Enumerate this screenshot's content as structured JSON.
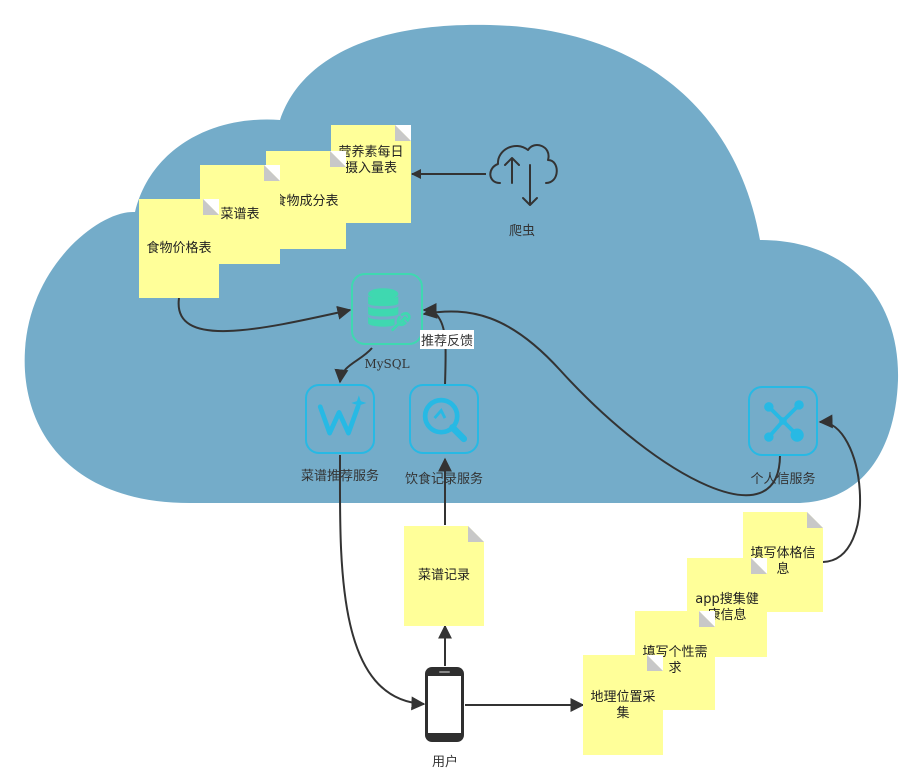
{
  "colors": {
    "cloud": "#74acc9",
    "note": "#ffff99",
    "service_icon": "#27b9e4",
    "db_icon": "#3fd8b0",
    "line": "#333333"
  },
  "notes": {
    "food_price": "食物价格表",
    "recipe_table": "菜谱表",
    "food_components": "食物成分表",
    "nutrient_intake": "营养素每日摄入量表",
    "recipe_record": "菜谱记录",
    "fill_body": "填写体格信息",
    "app_health": "app搜集健康信息",
    "fill_personal": "填写个性需求",
    "geo_collect": "地理位置采集"
  },
  "labels": {
    "crawler": "爬虫",
    "mysql": "MySQL",
    "feedback": "推荐反馈",
    "recipe_service": "菜谱推荐服务",
    "diet_service": "饮食记录服务",
    "personal_service": "个人信服务",
    "user": "用户"
  },
  "icons": {
    "crawler": "cloud-upload-download-icon",
    "mysql": "database-wrench-icon",
    "recipe_service": "w-sparkle-icon",
    "diet_service": "search-clock-icon",
    "personal_service": "network-hub-icon",
    "user": "smartphone-icon"
  }
}
